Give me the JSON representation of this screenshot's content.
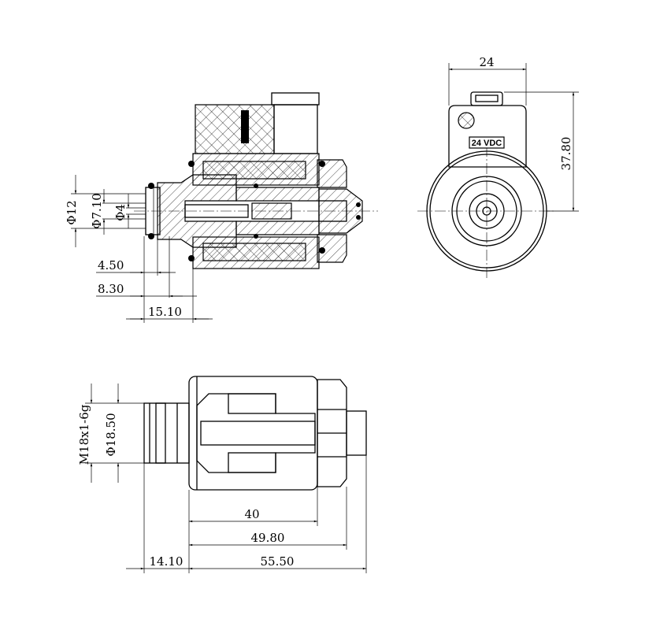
{
  "section_view": {
    "dims": {
      "d12": "Φ12",
      "d7_10": "Φ7.10",
      "d4": "Φ4",
      "l4_50": "4.50",
      "l8_30": "8.30",
      "l15_10": "15.10"
    }
  },
  "end_view": {
    "voltage_label": "24 VDC",
    "dims": {
      "width": "24",
      "height": "37.80"
    }
  },
  "side_view": {
    "dims": {
      "thread": "M18x1-6g",
      "d18_50": "Φ18.50",
      "l40": "40",
      "l49_80": "49.80",
      "l14_10": "14.10",
      "l55_50": "55.50"
    }
  }
}
